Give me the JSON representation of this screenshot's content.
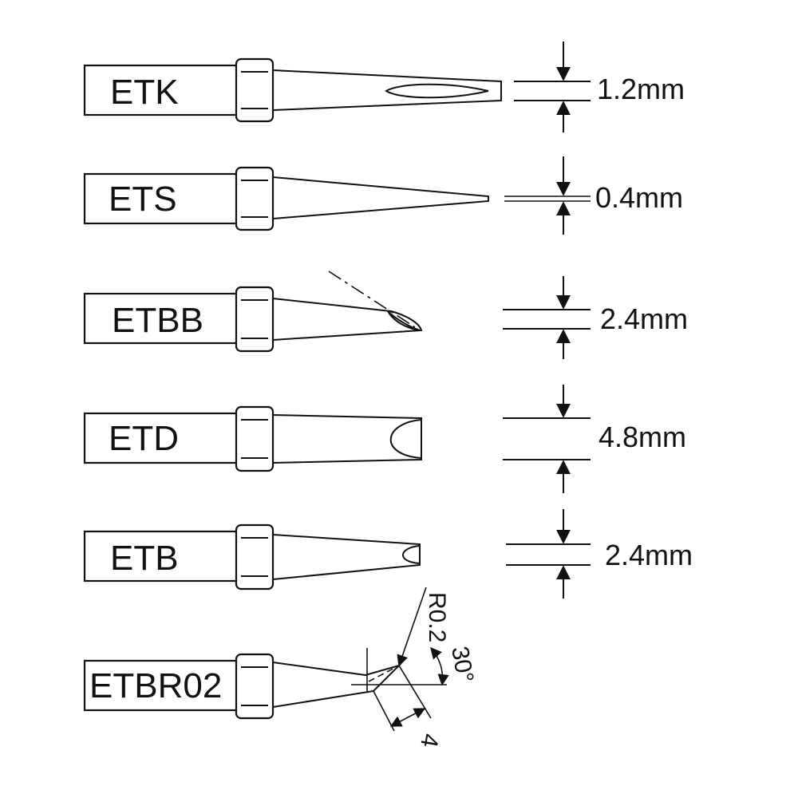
{
  "tips": [
    {
      "name": "ETK",
      "dimension": "1.2mm"
    },
    {
      "name": "ETS",
      "dimension": "0.4mm"
    },
    {
      "name": "ETBB",
      "dimension": "2.4mm"
    },
    {
      "name": "ETD",
      "dimension": "4.8mm"
    },
    {
      "name": "ETB",
      "dimension": "2.4mm"
    }
  ],
  "etbr02": {
    "name": "ETBR02",
    "radius_label": "R0.2",
    "angle_label": "30°",
    "length_label": "4"
  },
  "colors": {
    "line": "#111111",
    "background": "#ffffff"
  }
}
